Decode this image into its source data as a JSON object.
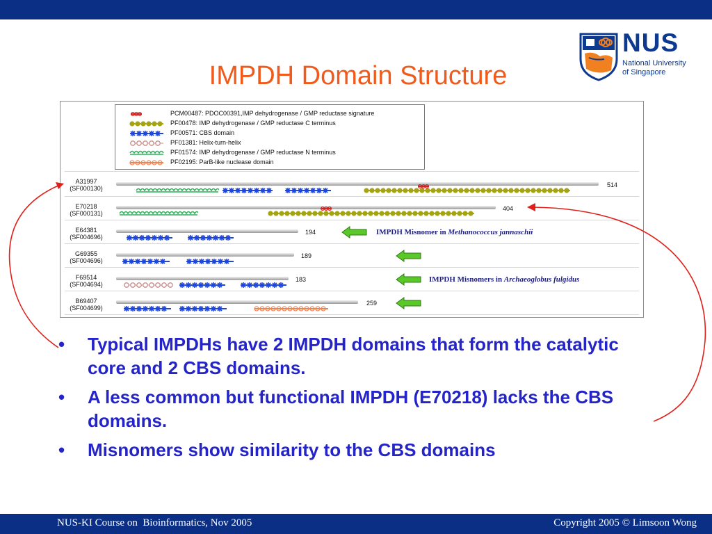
{
  "slide": {
    "title": "IMPDH Domain Structure",
    "footer_left": "NUS-KI Course on  Bioinformatics, Nov 2005",
    "footer_right": "Copyright 2005 © Limsoon Wong"
  },
  "logo": {
    "word": "NUS",
    "line1": "National University",
    "line2": "of Singapore"
  },
  "colors": {
    "bar": "#0a2f84",
    "title": "#f05a1a",
    "bullet": "#2424c8",
    "curve": "#e0201a",
    "ps_red": "#d22323",
    "olive": "#a5a514",
    "cbs_blue": "#1e46dc",
    "hth": "#c88c8c",
    "imp_n_green": "#2eaf5a",
    "parb": "#f08250",
    "arrow_green": "#5ac828"
  },
  "legend": [
    {
      "id": "PCM00487",
      "label": "PCM00487: PDOC00391,IMP dehydrogenase / GMP reductase signature",
      "color": "#d22323",
      "pattern": "short-red"
    },
    {
      "id": "PF00478",
      "label": "PF00478: IMP dehydrogenase / GMP reductase C terminus",
      "color": "#a5a514",
      "pattern": "olive-beads"
    },
    {
      "id": "PF00571",
      "label": "PF00571: CBS domain",
      "color": "#1e46dc",
      "pattern": "blue-stars"
    },
    {
      "id": "PF01381",
      "label": "PF01381: Helix-turn-helix",
      "color": "#c88c8c",
      "pattern": "open-circles"
    },
    {
      "id": "PF01574",
      "label": "PF01574: IMP dehydrogenase / GMP reductase N terminus",
      "color": "#2eaf5a",
      "pattern": "green-waves"
    },
    {
      "id": "PF02195",
      "label": "PF02195: ParB-like nuclease domain",
      "color": "#f08250",
      "pattern": "orange-beads"
    }
  ],
  "proteins": [
    {
      "id": "A31997",
      "family": "(SF000130)",
      "length": "514",
      "length_value": 514
    },
    {
      "id": "E70218",
      "family": "(SF000131)",
      "length": "404",
      "length_value": 404
    },
    {
      "id": "E64381",
      "family": "(SF004696)",
      "length": "194",
      "length_value": 194
    },
    {
      "id": "G69355",
      "family": "(SF004696)",
      "length": "189",
      "length_value": 189
    },
    {
      "id": "F69514",
      "family": "(SF004694)",
      "length": "183",
      "length_value": 183
    },
    {
      "id": "B69407",
      "family": "(SF004699)",
      "length": "259",
      "length_value": 259
    }
  ],
  "notes": [
    {
      "text": "IMPDH Misnomer in ",
      "species": "Methanococcus jannaschii"
    },
    {
      "text": "IMPDH Misnomers in ",
      "species": "Archaeoglobus fulgidus"
    }
  ],
  "bullets": [
    "Typical IMPDHs have 2 IMPDH domains that form the catalytic core and 2 CBS domains.",
    "A less common but functional IMPDH (E70218) lacks the CBS domains.",
    "Misnomers show similarity to the CBS domains"
  ]
}
